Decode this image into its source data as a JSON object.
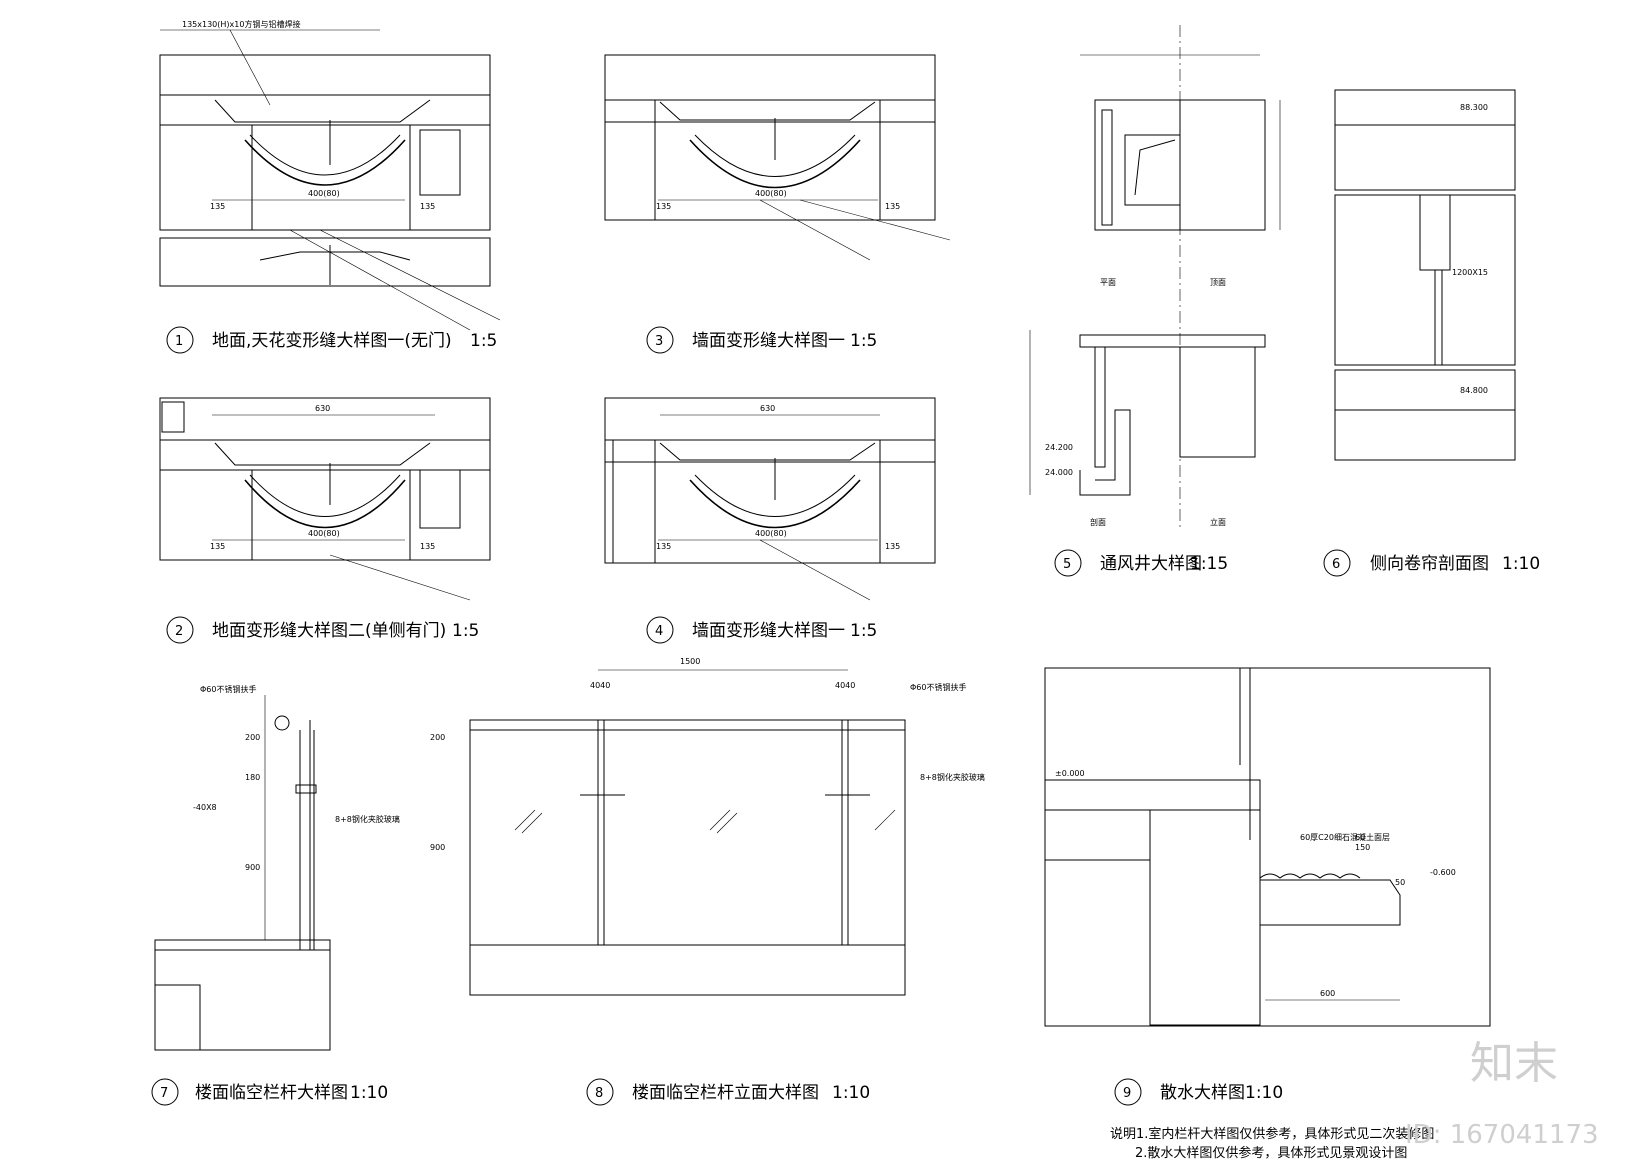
{
  "details": [
    {
      "num": "1",
      "title": "地面,天花变形缝大样图一(无门)",
      "scale": "1:5"
    },
    {
      "num": "2",
      "title": "地面变形缝大样图二(单侧有门)",
      "scale": "1:5"
    },
    {
      "num": "3",
      "title": "墙面变形缝大样图一",
      "scale": "1:5"
    },
    {
      "num": "4",
      "title": "墙面变形缝大样图一",
      "scale": "1:5"
    },
    {
      "num": "5",
      "title": "通风井大样图",
      "scale": "1:15"
    },
    {
      "num": "6",
      "title": "侧向卷帘剖面图",
      "scale": "1:10"
    },
    {
      "num": "7",
      "title": "楼面临空栏杆大样图",
      "scale": "1:10"
    },
    {
      "num": "8",
      "title": "楼面临空栏杆立面大样图",
      "scale": "1:10"
    },
    {
      "num": "9",
      "title": "散水大样图",
      "scale": "1:10"
    }
  ],
  "dims": {
    "d1_top": "135x130(H)x10方钢与铝槽焊接",
    "d1_mid": "400(80)",
    "d1_side": "135",
    "d2_top": "630",
    "d2_mid": "400(80)",
    "d2_side": "135",
    "d3_mid": "400(80)",
    "d3_side": "135",
    "d4_top": "630",
    "d4_mid": "400(80)",
    "d4_side": "135",
    "d6_a": "88.300",
    "d6_b": "84.800",
    "d6_c": "1200X15",
    "d7_a": "200",
    "d7_b": "180",
    "d7_c": "900",
    "d7_d": "-40X8",
    "d8_a": "1500",
    "d8_b": "4040",
    "d8_c": "200",
    "d8_d": "900",
    "d8_e": "8+8",
    "d9_a": "±0.000",
    "d9_b": "-0.600",
    "d9_c": "600",
    "d9_d": "150",
    "d9_e": "60",
    "d9_f": "50"
  },
  "labels": {
    "plan": "平面",
    "top_view": "顶面",
    "section": "剖面",
    "elevation": "立面",
    "d5_a": "24.200",
    "d5_b": "24.000",
    "d7_glass": "8+8钢化夹胶玻璃",
    "d7_pipe": "Φ60不锈钢扶手",
    "d8_pipe": "Φ60不锈钢扶手",
    "d8_glass": "8+8钢化夹胶玻璃",
    "d9_note": "60厚C20细石混凝土面层"
  },
  "footer": {
    "line1": "说明1.室内栏杆大样图仅供参考，具体形式见二次装修图",
    "line2": "2.散水大样图仅供参考，具体形式见景观设计图"
  },
  "watermark": {
    "brand": "知末",
    "id": "ID: 167041173"
  }
}
